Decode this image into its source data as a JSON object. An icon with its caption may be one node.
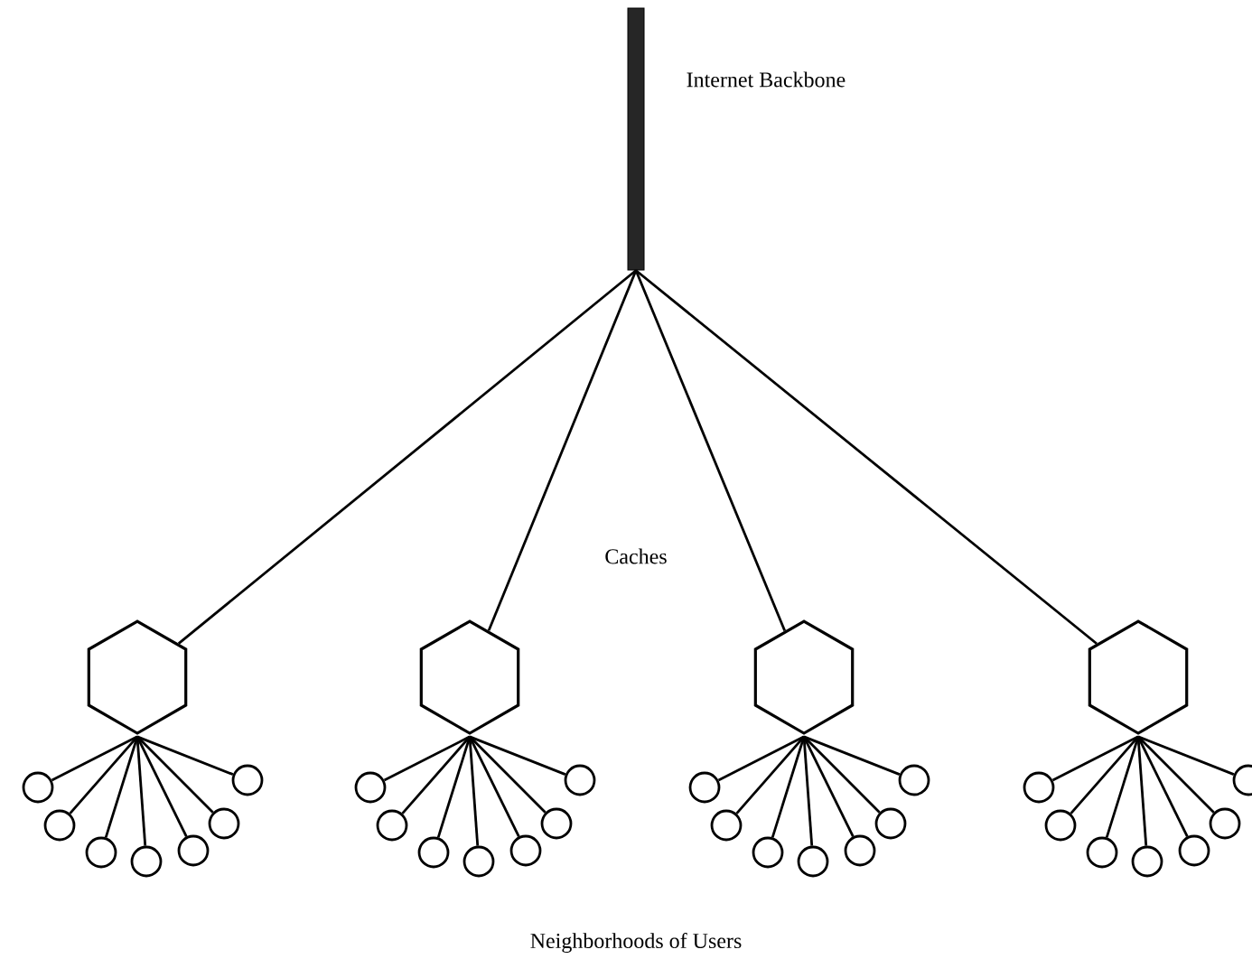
{
  "diagram": {
    "nodes": [
      {
        "text": [],
        "shape": "bar",
        "beside": [
          "Internet Backbone"
        ]
      },
      {
        "text": [],
        "shape": "hexagon"
      },
      {
        "text": [],
        "shape": "hexagon"
      },
      {
        "text": [],
        "shape": "hexagon"
      },
      {
        "text": [],
        "shape": "hexagon"
      },
      {
        "text": [],
        "shape": "circle"
      },
      {
        "text": [],
        "shape": "circle"
      },
      {
        "text": [],
        "shape": "circle"
      },
      {
        "text": [],
        "shape": "circle"
      },
      {
        "text": [],
        "shape": "circle"
      },
      {
        "text": [],
        "shape": "circle"
      },
      {
        "text": [],
        "shape": "circle"
      },
      {
        "text": [],
        "shape": "circle"
      },
      {
        "text": [],
        "shape": "circle"
      },
      {
        "text": [],
        "shape": "circle"
      },
      {
        "text": [],
        "shape": "circle"
      },
      {
        "text": [],
        "shape": "circle"
      },
      {
        "text": [],
        "shape": "circle"
      },
      {
        "text": [],
        "shape": "circle"
      },
      {
        "text": [],
        "shape": "circle"
      },
      {
        "text": [],
        "shape": "circle"
      },
      {
        "text": [],
        "shape": "circle"
      },
      {
        "text": [],
        "shape": "circle"
      },
      {
        "text": [],
        "shape": "circle"
      },
      {
        "text": [],
        "shape": "circle"
      },
      {
        "text": [],
        "shape": "circle"
      },
      {
        "text": [],
        "shape": "circle"
      },
      {
        "text": [],
        "shape": "circle"
      },
      {
        "text": [],
        "shape": "circle"
      },
      {
        "text": [],
        "shape": "circle"
      },
      {
        "text": [],
        "shape": "circle"
      },
      {
        "text": [],
        "shape": "circle"
      },
      {
        "text": [],
        "shape": "circle"
      }
    ],
    "edges": [
      {
        "from": 0,
        "to": 1,
        "arrow": "none"
      },
      {
        "from": 0,
        "to": 2,
        "arrow": "none"
      },
      {
        "from": 0,
        "to": 3,
        "arrow": "none"
      },
      {
        "from": 0,
        "to": 4,
        "arrow": "none"
      },
      {
        "from": 1,
        "to": 5,
        "arrow": "none"
      },
      {
        "from": 1,
        "to": 6,
        "arrow": "none"
      },
      {
        "from": 1,
        "to": 7,
        "arrow": "none"
      },
      {
        "from": 1,
        "to": 8,
        "arrow": "none"
      },
      {
        "from": 1,
        "to": 9,
        "arrow": "none"
      },
      {
        "from": 1,
        "to": 10,
        "arrow": "none"
      },
      {
        "from": 1,
        "to": 11,
        "arrow": "none"
      },
      {
        "from": 2,
        "to": 12,
        "arrow": "none"
      },
      {
        "from": 2,
        "to": 13,
        "arrow": "none"
      },
      {
        "from": 2,
        "to": 14,
        "arrow": "none"
      },
      {
        "from": 2,
        "to": 15,
        "arrow": "none"
      },
      {
        "from": 2,
        "to": 16,
        "arrow": "none"
      },
      {
        "from": 2,
        "to": 17,
        "arrow": "none"
      },
      {
        "from": 2,
        "to": 18,
        "arrow": "none"
      },
      {
        "from": 3,
        "to": 19,
        "arrow": "none"
      },
      {
        "from": 3,
        "to": 20,
        "arrow": "none"
      },
      {
        "from": 3,
        "to": 21,
        "arrow": "none"
      },
      {
        "from": 3,
        "to": 22,
        "arrow": "none"
      },
      {
        "from": 3,
        "to": 23,
        "arrow": "none"
      },
      {
        "from": 3,
        "to": 24,
        "arrow": "none"
      },
      {
        "from": 3,
        "to": 25,
        "arrow": "none"
      },
      {
        "from": 4,
        "to": 26,
        "arrow": "none"
      },
      {
        "from": 4,
        "to": 27,
        "arrow": "none"
      },
      {
        "from": 4,
        "to": 28,
        "arrow": "none"
      },
      {
        "from": 4,
        "to": 29,
        "arrow": "none"
      },
      {
        "from": 4,
        "to": 30,
        "arrow": "none"
      },
      {
        "from": 4,
        "to": 31,
        "arrow": "none"
      },
      {
        "from": 4,
        "to": 32,
        "arrow": "none"
      }
    ],
    "labels": [
      "Caches",
      "Neighborhoods of Users"
    ]
  }
}
